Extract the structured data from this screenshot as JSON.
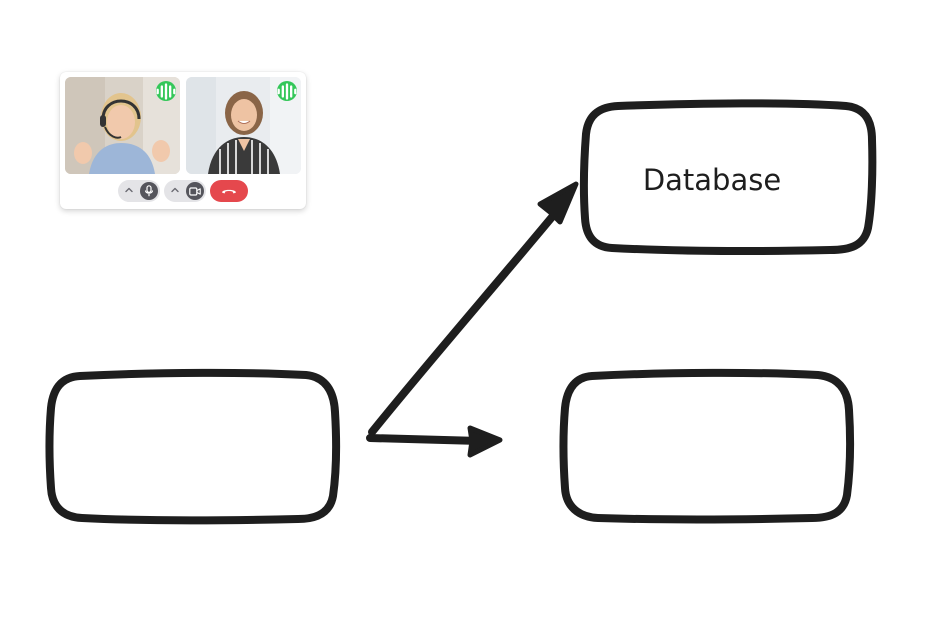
{
  "whiteboard": {
    "shapes": [
      {
        "id": "box-database",
        "label": "Database"
      },
      {
        "id": "box-source",
        "label": ""
      },
      {
        "id": "box-target",
        "label": ""
      }
    ],
    "arrows": [
      {
        "from": "box-source",
        "to": "box-database"
      },
      {
        "from": "box-source",
        "to": "box-target"
      }
    ],
    "stroke_color": "#1e1e1e"
  },
  "call_widget": {
    "participants": [
      {
        "icon": "participant-video-headset",
        "speaking_icon": "audio-waveform-icon"
      },
      {
        "icon": "participant-video-smiling",
        "speaking_icon": "audio-waveform-icon"
      }
    ],
    "controls": {
      "mic_icon": "microphone-icon",
      "camera_icon": "video-camera-icon",
      "hangup_icon": "phone-hangup-icon"
    },
    "colors": {
      "speaking": "#34c759",
      "hangup": "#e5484d",
      "control": "#55555c"
    }
  }
}
